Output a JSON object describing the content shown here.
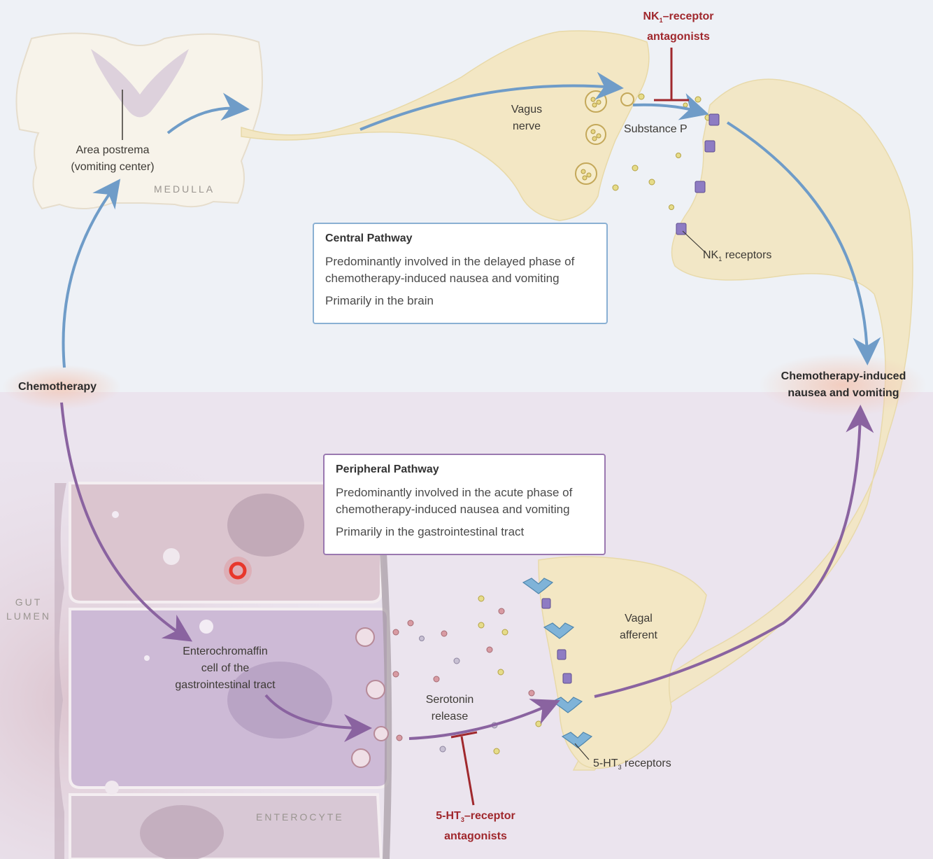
{
  "medulla": {
    "label": "MEDULLA",
    "area_postrema_line1": "Area postrema",
    "area_postrema_line2": "(vomiting center)"
  },
  "vagus": {
    "line1": "Vagus",
    "line2": "nerve"
  },
  "substance_p": "Substance P",
  "nk1_antagonists": {
    "prefix": "NK",
    "sub": "1",
    "line1_suffix": "–receptor",
    "line2": "antagonists"
  },
  "nk1_receptors": {
    "prefix": "NK",
    "sub": "1",
    "suffix": " receptors"
  },
  "central_box": {
    "title": "Central Pathway",
    "line1": "Predominantly involved in the delayed phase of",
    "line2": "chemotherapy-induced nausea and vomiting",
    "line3": "Primarily in the brain"
  },
  "peripheral_box": {
    "title": "Peripheral Pathway",
    "line1": "Predominantly involved in the acute phase of",
    "line2": "chemotherapy-induced nausea and vomiting",
    "line3": "Primarily in the gastrointestinal tract"
  },
  "chemotherapy": "Chemotherapy",
  "cinv": {
    "line1": "Chemotherapy-induced",
    "line2": "nausea and vomiting"
  },
  "gut_lumen": {
    "line1": "GUT",
    "line2": "LUMEN"
  },
  "enterochromaffin": {
    "line1": "Enterochromaffin",
    "line2": "cell of the",
    "line3": "gastrointestinal tract"
  },
  "serotonin": {
    "line1": "Serotonin",
    "line2": "release"
  },
  "vagal_afferent": {
    "line1": "Vagal",
    "line2": "afferent"
  },
  "ht3_receptors": {
    "prefix": "5-HT",
    "sub": "3",
    "suffix": " receptors"
  },
  "ht3_antagonists": {
    "prefix": "5-HT",
    "sub": "3",
    "line1_suffix": "–receptor",
    "line2": "antagonists"
  },
  "enterocyte": "ENTEROCYTE",
  "colors": {
    "central_arrow": "#6f9cc8",
    "peripheral_arrow": "#8a63a0",
    "inhibitor": "#a0282d",
    "nerve_tissue": "#f3e7c4",
    "receptor": "#8e7cc3"
  },
  "icons": {
    "inhibitor": "t-bar-icon",
    "ht3_receptor": "y-shaped-receptor-icon",
    "nk1_receptor": "square-receptor-icon"
  }
}
